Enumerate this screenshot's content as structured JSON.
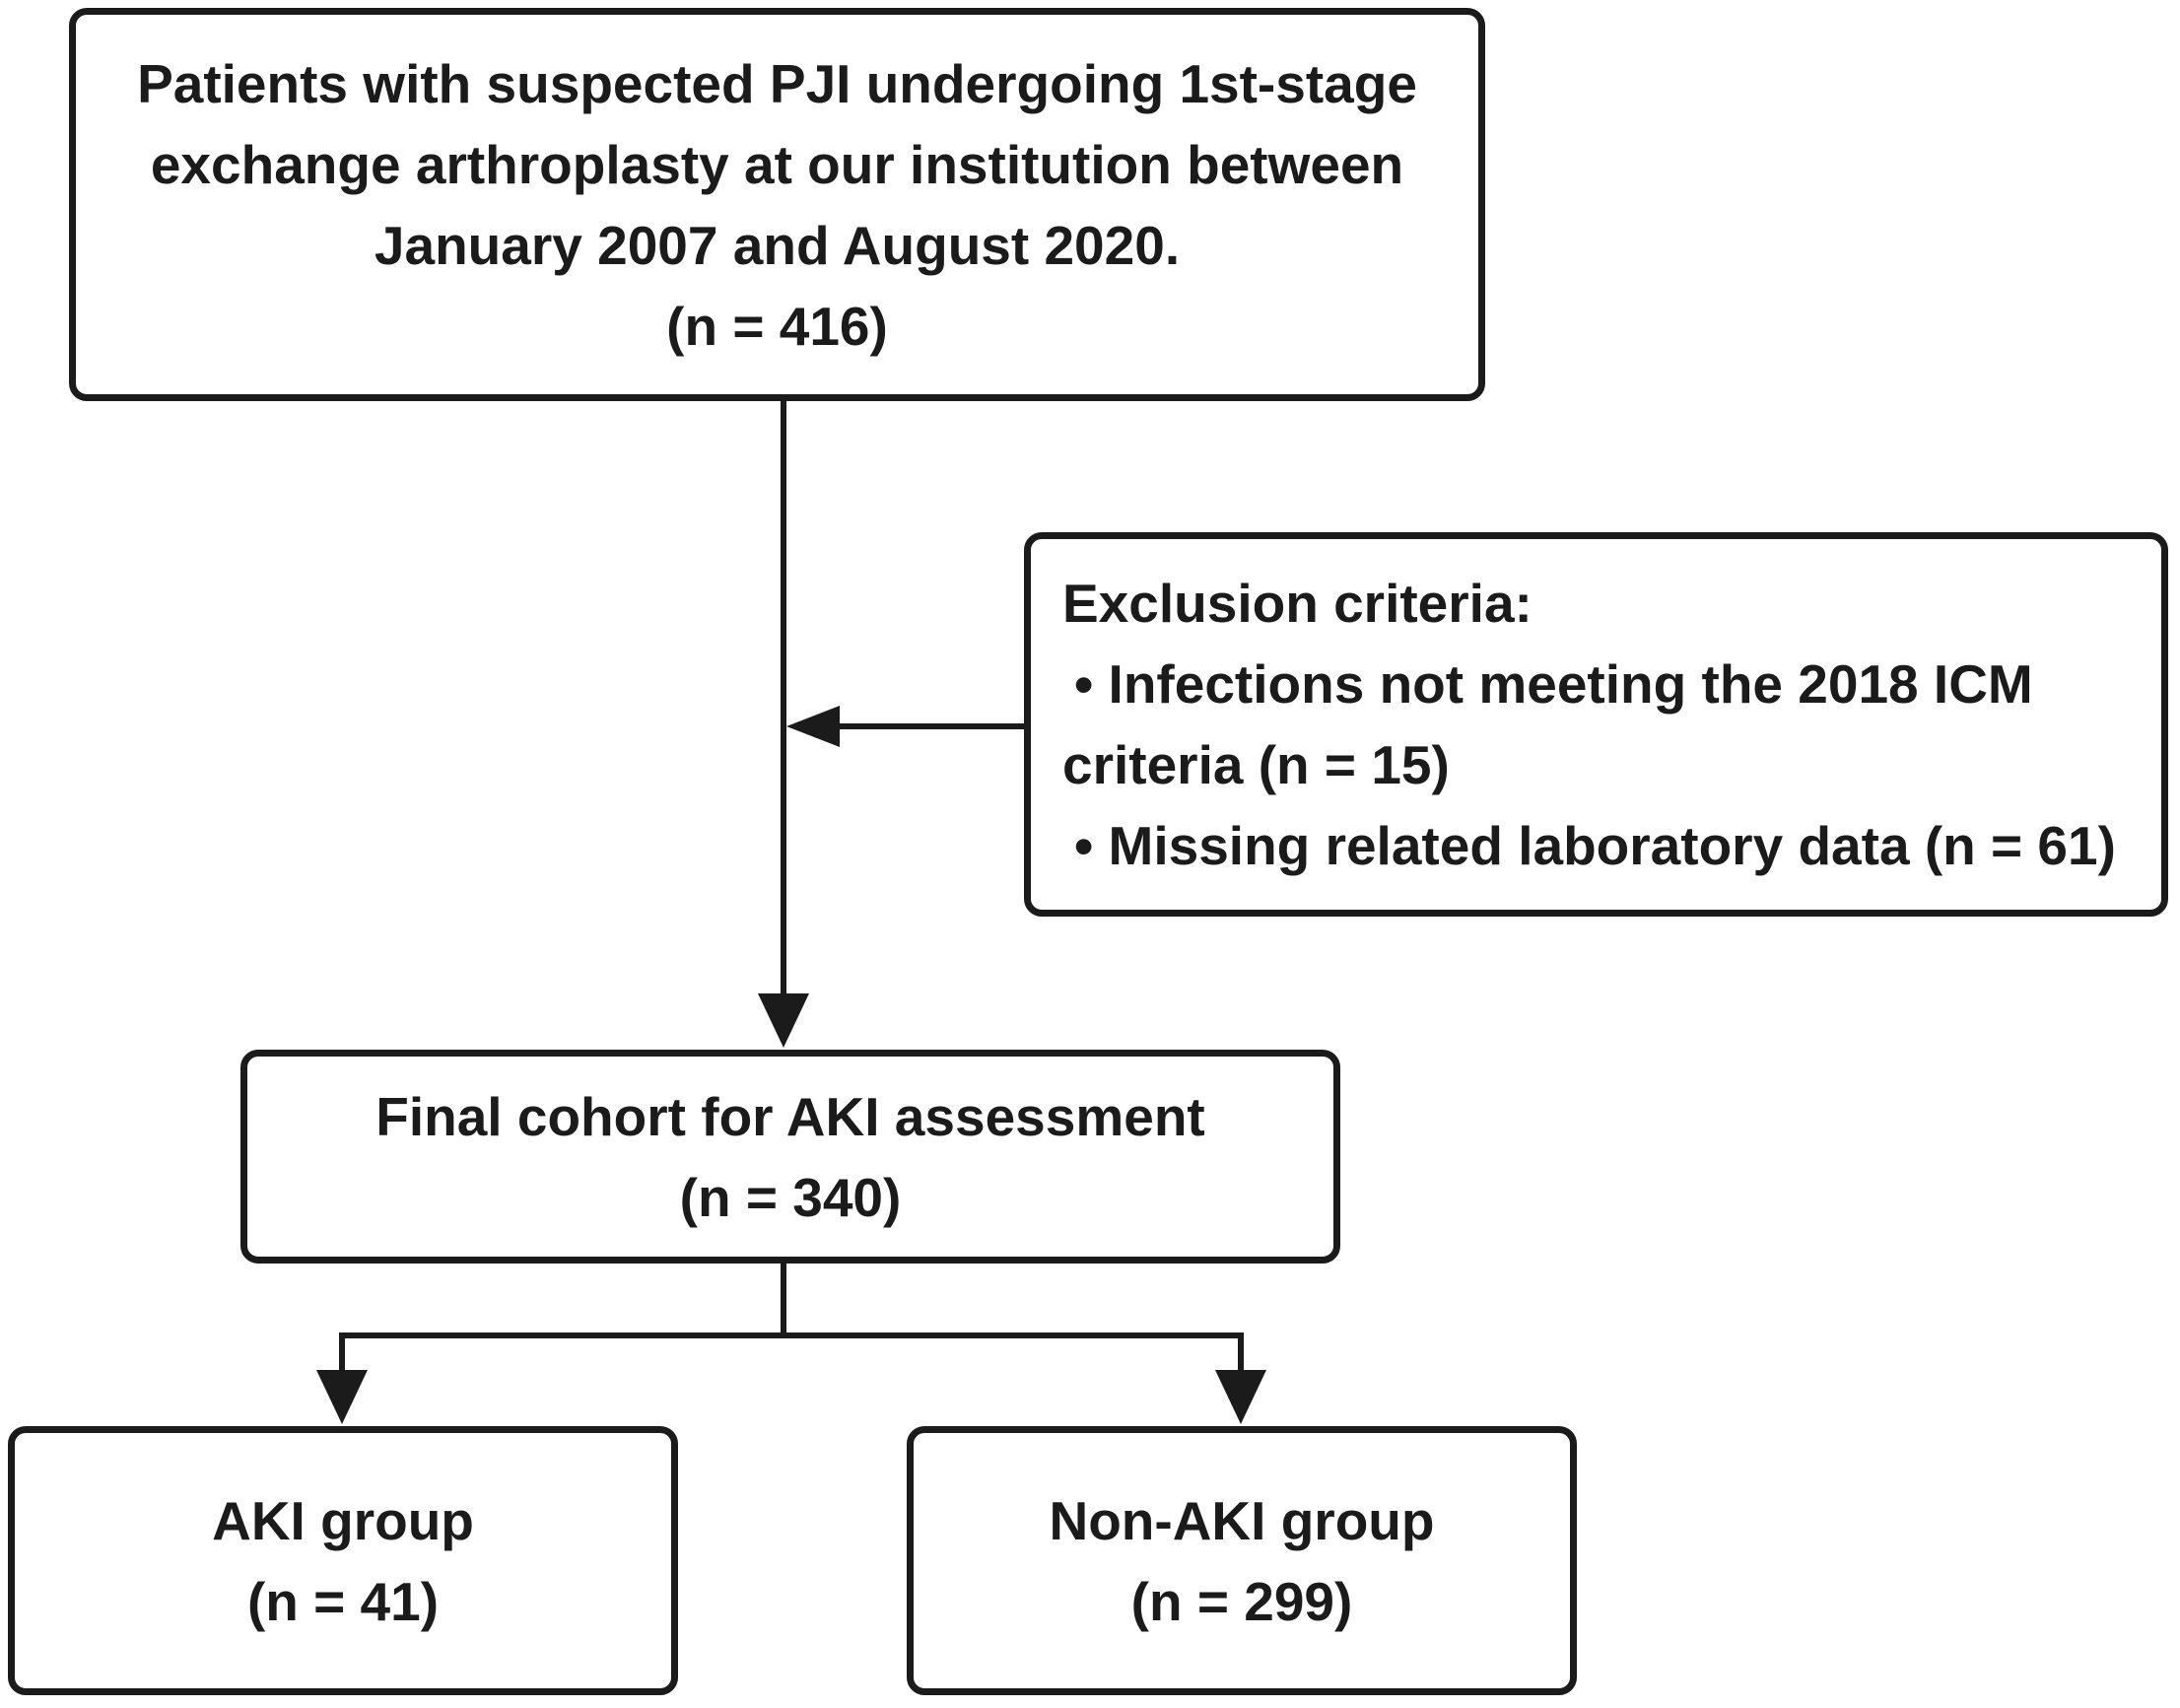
{
  "figure": {
    "type": "patient-flow-diagram",
    "background_color": "#ffffff",
    "line_color": "#1b1b1b",
    "nodes": {
      "initial_cohort": {
        "lines": [
          "Patients with suspected PJI undergoing 1st-stage",
          "exchange arthroplasty at our institution between",
          "January 2007 and August 2020.",
          "(n = 416)"
        ]
      },
      "exclusion_criteria": {
        "lines": [
          "Exclusion criteria:",
          "• Infections not meeting the 2018 ICM",
          "criteria (n = 15)",
          "• Missing related laboratory data (n = 61)"
        ]
      },
      "final_cohort": {
        "lines": [
          "Final cohort for AKI assessment",
          "(n = 340)"
        ]
      },
      "aki_group": {
        "lines": [
          "AKI group",
          "(n = 41)"
        ]
      },
      "non_aki_group": {
        "lines": [
          "Non-AKI group",
          "(n = 299)"
        ]
      }
    }
  }
}
